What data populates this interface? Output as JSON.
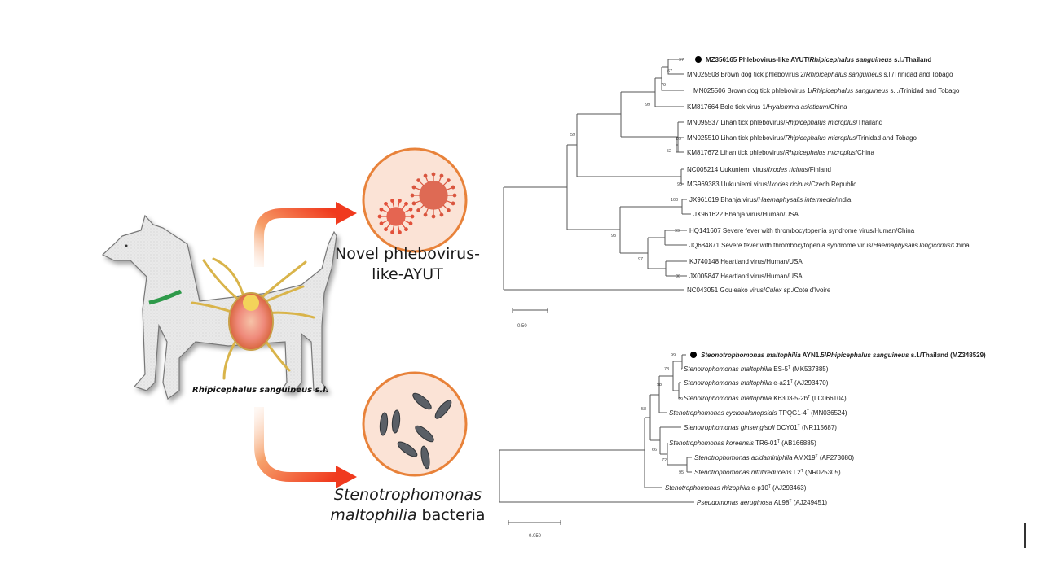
{
  "illustration": {
    "host_label": "Rhipicephalus sanguineus s.l.",
    "virus_caption_line1": "Novel phlebovirus-",
    "virus_caption_line2": "like-AYUT",
    "bacteria_caption_genus": "Stenotrophomonas",
    "bacteria_caption_species": "maltophilia",
    "bacteria_caption_suffix": " bacteria",
    "icons": [
      "dog-icon",
      "tick-icon",
      "virus-icon",
      "bacteria-icon",
      "arrow-icon"
    ],
    "colors": {
      "circle_border": "#e8823a",
      "circle_fill": "#fbe3d6",
      "arrow": "#f03a1e",
      "virus": "#d9553e",
      "bacteria": "#5a5f66",
      "collar": "#2e9a4a"
    }
  },
  "virus_tree": {
    "scale_label": "0.50",
    "leaves": [
      {
        "acc": "MZ356165",
        "name": "Phlebovirus-like AYUT/",
        "host": "Rhipicephalus sanguineus",
        "rest": " s.l./Thailand",
        "bold": true,
        "marker": true
      },
      {
        "acc": "MN025508",
        "name": "Brown dog tick phlebovirus 2/",
        "host": "Rhipicephalus sanguineus",
        "rest": " s.l./Trinidad and Tobago"
      },
      {
        "acc": "MN025506",
        "name": "Brown dog tick phlebovirus 1/",
        "host": "Rhipicephalus sanguineus",
        "rest": " s.l./Trinidad and Tobago"
      },
      {
        "acc": "KM817664",
        "name": "Bole tick virus 1/",
        "host": "Hyalomma asiaticum",
        "rest": "/China"
      },
      {
        "acc": "MN095537",
        "name": "Lihan tick phlebovirus/",
        "host": "Rhipicephalus microplus",
        "rest": "/Thailand"
      },
      {
        "acc": "MN025510",
        "name": "Lihan tick phlebovirus/",
        "host": "Rhipicephalus microplus",
        "rest": "/Trinidad and Tobago"
      },
      {
        "acc": "KM817672",
        "name": "Lihan tick phlebovirus/",
        "host": "Rhipicephalus microplus",
        "rest": "/China"
      },
      {
        "acc": "NC005214",
        "name": "Uukuniemi virus/",
        "host": "Ixodes ricinus",
        "rest": "/Finland"
      },
      {
        "acc": "MG969383",
        "name": "Uukuniemi virus/",
        "host": "Ixodes ricinus",
        "rest": "/Czech Republic"
      },
      {
        "acc": "JX961619",
        "name": "Bhanja virus/",
        "host": "Haemaphysalis intermedia",
        "rest": "/India"
      },
      {
        "acc": "JX961622",
        "name": "Bhanja virus/Human/USA",
        "host": "",
        "rest": ""
      },
      {
        "acc": "HQ141607",
        "name": "Severe fever with thrombocytopenia syndrome virus/Human/China",
        "host": "",
        "rest": ""
      },
      {
        "acc": "JQ684871",
        "name": "Severe fever with thrombocytopenia syndrome virus/",
        "host": "Haemaphysalis longicornis",
        "rest": "/China"
      },
      {
        "acc": "KJ740148",
        "name": "Heartland virus/Human/USA",
        "host": "",
        "rest": ""
      },
      {
        "acc": "JX005847",
        "name": "Heartland virus/Human/USA",
        "host": "",
        "rest": ""
      },
      {
        "acc": "NC043051",
        "name": "Gouleako virus/",
        "host": "Culex",
        "rest": " sp./Cote d'Ivoire"
      }
    ],
    "bootstrap": [
      "97",
      "67",
      "79",
      "99",
      "89",
      "52",
      "59",
      "98",
      "100",
      "99",
      "93",
      "97",
      "96"
    ]
  },
  "bacteria_tree": {
    "scale_label": "0.050",
    "leaves": [
      {
        "genus": "Steonotrophomonas maltophilia",
        "strain": " AYN1.5/",
        "host": "Rhipicephalus sanguineus",
        "rest": " s.l./Thailand (MZ348529)",
        "bold": true,
        "marker": true
      },
      {
        "genus": "Stenotrophomonas maltophilia",
        "strain": " ES-5",
        "type": "T",
        "acc": " (MK537385)"
      },
      {
        "genus": "Stenotrophomonas maltophilia",
        "strain": " e-a21",
        "type": "T",
        "acc": " (AJ293470)"
      },
      {
        "genus": "Stenotrophomonas maltophilia",
        "strain": " K6303-5-2b",
        "type": "T",
        "acc": " (LC066104)"
      },
      {
        "genus": "Stenotrophomonas cyclobalanopsidis",
        "strain": " TPQG1-4",
        "type": "T",
        "acc": " (MN036524)"
      },
      {
        "genus": "Stenotrophomonas ginsengisoli",
        "strain": " DCY01",
        "type": "T",
        "acc": " (NR115687)"
      },
      {
        "genus": "Stenotrophomonas koreensis",
        "strain": " TR6-01",
        "type": "T",
        "acc": " (AB166885)"
      },
      {
        "genus": "Stenotrophomonas acidaminiphila",
        "strain": " AMX19",
        "type": "T",
        "acc": " (AF273080)"
      },
      {
        "genus": "Stenotrophomonas nitritireducens",
        "strain": " L2",
        "type": "T",
        "acc": " (NR025305)"
      },
      {
        "genus": "Stenotrophomonas rhizophila",
        "strain": " e-p10",
        "type": "T",
        "acc": " (AJ293463)"
      },
      {
        "genus": "Pseudomonas aeruginosa",
        "strain": " AL98",
        "type": "T",
        "acc": " (AJ249451)"
      }
    ],
    "bootstrap": [
      "99",
      "78",
      "98",
      "99",
      "58",
      "66",
      "72",
      "95"
    ]
  }
}
